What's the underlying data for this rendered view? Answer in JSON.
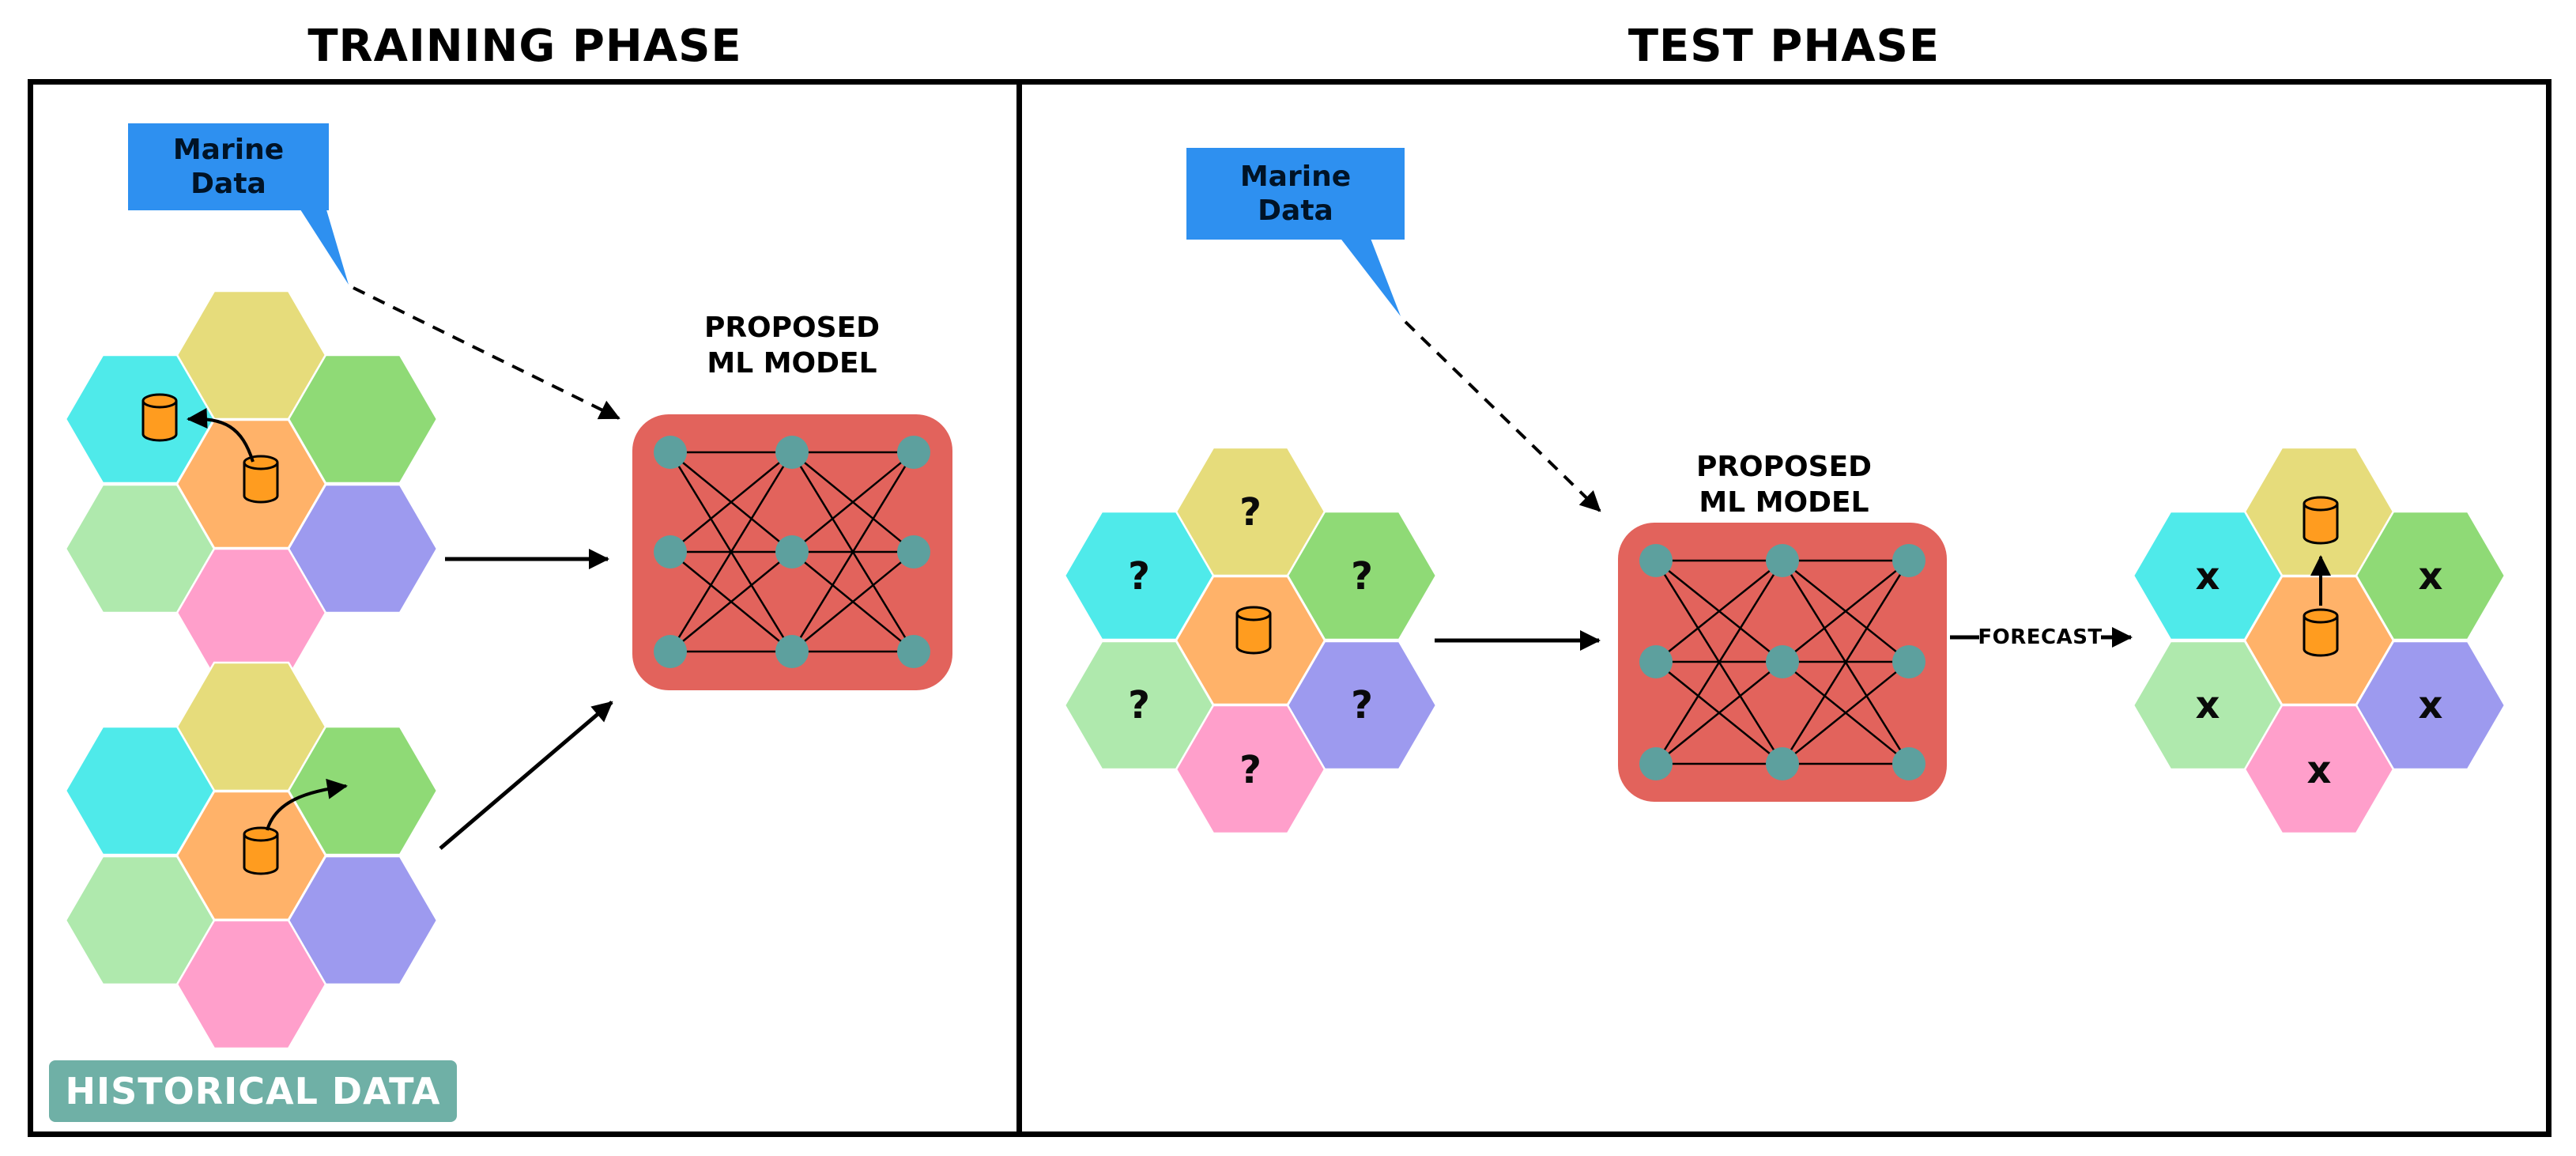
{
  "titles": {
    "training": "TRAINING PHASE",
    "test": "TEST PHASE"
  },
  "training": {
    "bubble_label": "Marine\nData",
    "model_label": "PROPOSED\nML MODEL",
    "badge_label": "HISTORICAL DATA"
  },
  "test": {
    "bubble_label": "Marine\nData",
    "model_label": "PROPOSED\nML MODEL",
    "forecast_label": "FORECAST",
    "input_marks": [
      "?",
      "?",
      "?",
      "?",
      "?",
      "?"
    ],
    "output_marks": [
      "x",
      "x",
      "x",
      "x",
      "x"
    ]
  },
  "palette": {
    "bubble_blue": "#2E90F0",
    "model_red": "#E2635C",
    "node_teal": "#5DA09E",
    "badge_teal": "#6FB0A6",
    "hex_yellow": "#E6DC7B",
    "hex_cyan": "#4FEAEA",
    "hex_green": "#8FDA76",
    "hex_mint": "#AFE9AD",
    "hex_purple": "#9D9AEF",
    "hex_pink": "#FF9FCB",
    "hex_orange": "#FFB269",
    "cylinder_orange": "#FF9C1F"
  }
}
